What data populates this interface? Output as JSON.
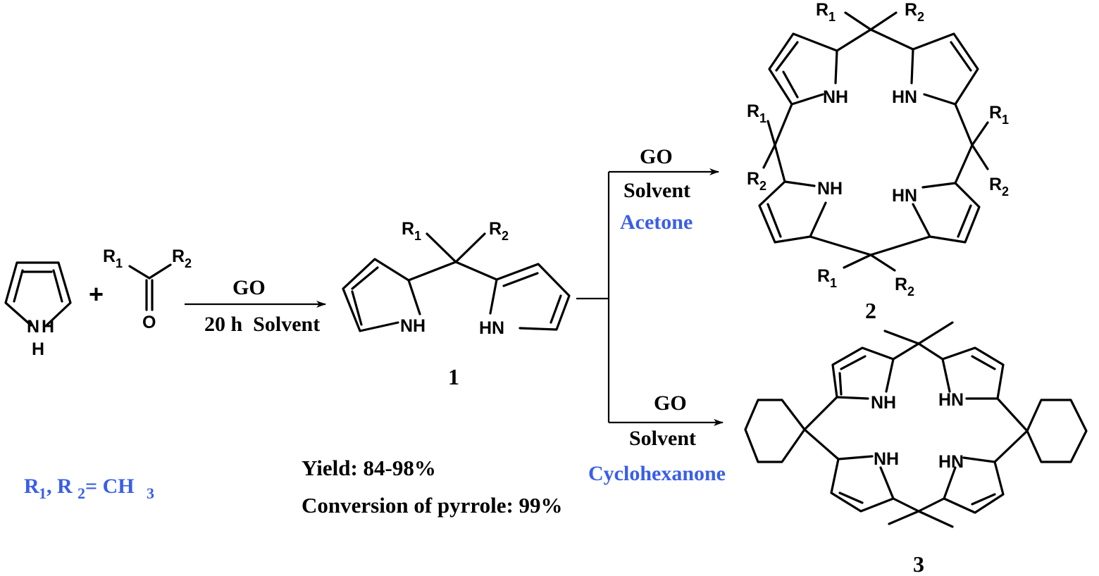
{
  "atoms": {
    "NH": "NH",
    "HN": "HN",
    "N": "N",
    "H": "H",
    "O": "O",
    "R": "R",
    "sub1": "1",
    "sub2": "2"
  },
  "plus": "+",
  "arrow1": {
    "top": "GO",
    "bottom": "20 h  Solvent"
  },
  "arrow_acetone": {
    "line1": "GO",
    "line2": "Solvent",
    "line3": "Acetone"
  },
  "arrow_cyclohexanone": {
    "line1": "GO",
    "line2": "Solvent",
    "line3": "Cyclohexanone"
  },
  "compound_labels": {
    "c1": "1",
    "c2": "2",
    "c3": "3"
  },
  "substituent_note": {
    "r1": "R",
    "s1": "1",
    "comma": ", R",
    "s2": "2",
    "eq": "= CH",
    "s3": "3"
  },
  "results": {
    "yield": "Yield: 84-98%",
    "conversion": "Conversion of pyrrole: 99%"
  },
  "colors": {
    "highlight": "#3a5ee8",
    "ink": "#000000"
  }
}
